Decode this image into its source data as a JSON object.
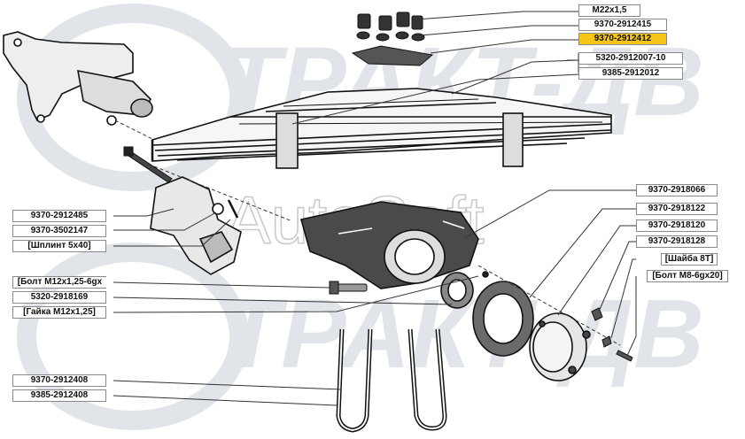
{
  "watermark": {
    "brand_top": "ТРАКТ-ДВ",
    "brand_bottom": "ТРАКТ-ДВ",
    "autosoft": "AutoSoft"
  },
  "labels": {
    "m22": "M22x1,5",
    "p2912415": "9370-2912415",
    "p2912412": "9370-2912412",
    "p2912007": "5320-2912007-10",
    "p2912012": "9385-2912012",
    "p2918066": "9370-2918066",
    "p2918122": "9370-2918122",
    "p2918120": "9370-2918120",
    "p2918128": "9370-2918128",
    "shayba": "[Шайба 8Т]",
    "boltm8": "[Болт M8-6gx20]",
    "p2912485": "9370-2912485",
    "p3502147": "9370-3502147",
    "shplint": "[Шплинт 5x40]",
    "boltm12": "[Болт M12x1,25-6gx",
    "p2918169": "5320-2918169",
    "gayka": "[Гайка M12x1,25]",
    "p2912408": "9370-2912408",
    "p2912408b": "9385-2912408"
  },
  "selected_label": "p2912412",
  "colors": {
    "highlight": "#f5c518",
    "line": "#333333",
    "watermark": "#c9ced6"
  }
}
